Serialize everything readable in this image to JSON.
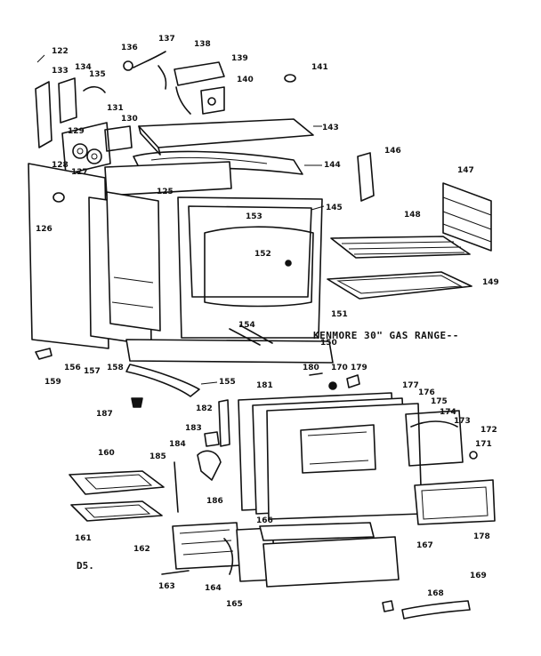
{
  "diagram": {
    "caption": "KENMORE 30\" GAS RANGE--",
    "figure_code": "D5.",
    "callouts": [
      {
        "id": "c122",
        "label": "122"
      },
      {
        "id": "c133",
        "label": "133"
      },
      {
        "id": "c134",
        "label": "134"
      },
      {
        "id": "c135",
        "label": "135"
      },
      {
        "id": "c136",
        "label": "136"
      },
      {
        "id": "c137",
        "label": "137"
      },
      {
        "id": "c138",
        "label": "138"
      },
      {
        "id": "c139",
        "label": "139"
      },
      {
        "id": "c140",
        "label": "140"
      },
      {
        "id": "c141",
        "label": "141"
      },
      {
        "id": "c131",
        "label": "131"
      },
      {
        "id": "c130",
        "label": "130"
      },
      {
        "id": "c129",
        "label": "129"
      },
      {
        "id": "c128",
        "label": "128"
      },
      {
        "id": "c127",
        "label": "127"
      },
      {
        "id": "c126",
        "label": "126"
      },
      {
        "id": "c125",
        "label": "125"
      },
      {
        "id": "c143",
        "label": "143"
      },
      {
        "id": "c144",
        "label": "144"
      },
      {
        "id": "c145",
        "label": "145"
      },
      {
        "id": "c146",
        "label": "146"
      },
      {
        "id": "c147",
        "label": "147"
      },
      {
        "id": "c148",
        "label": "148"
      },
      {
        "id": "c149",
        "label": "149"
      },
      {
        "id": "c151",
        "label": "151"
      },
      {
        "id": "c152",
        "label": "152"
      },
      {
        "id": "c153",
        "label": "153"
      },
      {
        "id": "c154",
        "label": "154"
      },
      {
        "id": "c150",
        "label": "150"
      },
      {
        "id": "c155",
        "label": "155"
      },
      {
        "id": "c156",
        "label": "156"
      },
      {
        "id": "c157",
        "label": "157"
      },
      {
        "id": "c158",
        "label": "158"
      },
      {
        "id": "c159",
        "label": "159"
      },
      {
        "id": "c160",
        "label": "160"
      },
      {
        "id": "c161",
        "label": "161"
      },
      {
        "id": "c162",
        "label": "162"
      },
      {
        "id": "c163",
        "label": "163"
      },
      {
        "id": "c164",
        "label": "164"
      },
      {
        "id": "c165",
        "label": "165"
      },
      {
        "id": "c166",
        "label": "166"
      },
      {
        "id": "c167",
        "label": "167"
      },
      {
        "id": "c168",
        "label": "168"
      },
      {
        "id": "c169",
        "label": "169"
      },
      {
        "id": "c170",
        "label": "170"
      },
      {
        "id": "c171",
        "label": "171"
      },
      {
        "id": "c172",
        "label": "172"
      },
      {
        "id": "c173",
        "label": "173"
      },
      {
        "id": "c174",
        "label": "174"
      },
      {
        "id": "c175",
        "label": "175"
      },
      {
        "id": "c176",
        "label": "176"
      },
      {
        "id": "c177",
        "label": "177"
      },
      {
        "id": "c178",
        "label": "178"
      },
      {
        "id": "c179",
        "label": "179"
      },
      {
        "id": "c180",
        "label": "180"
      },
      {
        "id": "c181",
        "label": "181"
      },
      {
        "id": "c182",
        "label": "182"
      },
      {
        "id": "c183",
        "label": "183"
      },
      {
        "id": "c184",
        "label": "184"
      },
      {
        "id": "c185",
        "label": "185"
      },
      {
        "id": "c186",
        "label": "186"
      },
      {
        "id": "c187",
        "label": "187"
      }
    ]
  }
}
